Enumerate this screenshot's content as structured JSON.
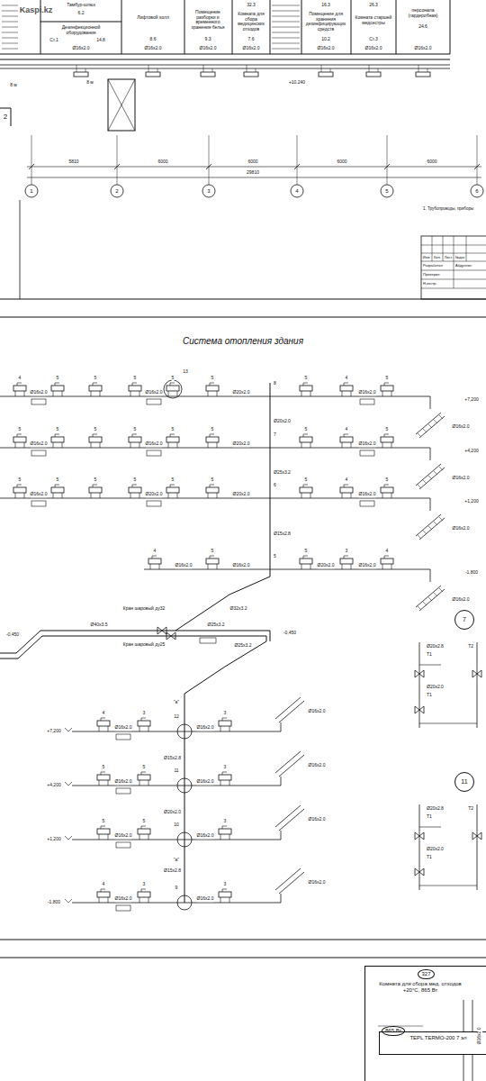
{
  "diagram": {
    "title": "Система отопления здания",
    "nodes": [
      {
        "text": [
          "327",
          "Комната для сбора мед. отходов +20°C, 865 Вт"
        ]
      },
      {
        "text": [
          "865 Вт",
          "TEPL TERMO-200 7 эл"
        ],
        "in": 0
      },
      {
        "text": [
          "7"
        ]
      },
      {
        "text": [
          "11"
        ]
      }
    ],
    "labels": [
      "Kaspi.kz",
      "Тамбур-шлюз",
      "6.2",
      "Дезинфекционной оборудования",
      "Ст.1",
      "14.8",
      "Лифтовой холл",
      "8.6",
      "Помещение разборки и временного хранения белья",
      "9.3",
      "32.3",
      "Комната для сбора медицинских отходов",
      "7.6",
      "16.3",
      "Помещение для хранения дезинфицирующих средств",
      "10.2",
      "26.3",
      "Комната старшей медсестры",
      "Ст.3",
      "персонала (гардеробная)",
      "24.6",
      "Ø16x2.0",
      "Ø16x2.0",
      "Ø16x2.0",
      "Ø16x2.0",
      "Ø16x2.0",
      "Ø16x2.0",
      "Ø16x2.0",
      "+10.240",
      "8 м",
      "8 м",
      "2",
      "5810",
      "6000",
      "6000",
      "6000",
      "6000",
      "29810",
      "1",
      "2",
      "3",
      "4",
      "5",
      "6",
      "1. Трубопроводы, приборы",
      "Изм.",
      "Кол.",
      "Лист",
      "№док",
      "Разработал",
      "Абдуллин",
      "Проверил",
      "Н.контр.",
      "4",
      "5",
      "5",
      "5",
      "5",
      "5",
      "5",
      "4",
      "5",
      "13",
      "5",
      "5",
      "5",
      "5",
      "5",
      "5",
      "5",
      "4",
      "5",
      "5",
      "5",
      "5",
      "5",
      "5",
      "5",
      "5",
      "4",
      "5",
      "4",
      "5",
      "5",
      "3",
      "4",
      "Ø16x2.0",
      "Ø16x2.0",
      "Ø20x2.0",
      "Ø16x2.0",
      "Ø16x2.0",
      "Ø16x2.0",
      "Ø20x2.0",
      "Ø16x2.0",
      "Ø16x2.0",
      "Ø20x2.0",
      "Ø20x2.0",
      "Ø16x2.0",
      "Ø16x2.0",
      "Ø16x2.0",
      "Ø20x2.0",
      "Ø16x2.0",
      "Ø16x2.0",
      "Ø16x2.0",
      "Ø16x2.0",
      "Ø16x2.0",
      "8",
      "7",
      "6",
      "5",
      "Ø20x2.0",
      "Ø25x3.2",
      "Ø15x2.8",
      "+7,200",
      "+4,200",
      "+1,200",
      "-1,800",
      "Ø32x3.2",
      "-0,450",
      "Кран шаровый ду32",
      "Ø40x3.5",
      "Ø25x3.2",
      "Кран шаровый ду25",
      "-0,450",
      "Ø25x3.2",
      "4",
      "3",
      "3",
      "12",
      "5",
      "5",
      "3",
      "11",
      "5",
      "5",
      "3",
      "10",
      "4",
      "3",
      "3",
      "9",
      "Ø16x2.0",
      "Ø16x2.0",
      "Ø16x2.0",
      "Ø16x2.0",
      "Ø16x2.0",
      "Ø16x2.0",
      "Ø16x2.0",
      "Ø16x2.0",
      "Ø16x2.0",
      "Ø16x2.0",
      "Ø16x2.0",
      "Ø16x2.0",
      "+7,200",
      "+4,200",
      "+1,200",
      "-1,800",
      "Ø15x2.8",
      "Ø20x2.0",
      "Ø15x2.8",
      "\"а\"",
      "\"а\"",
      "Ø20x2.8",
      "Т1",
      "Т2",
      "Ø20x2.0",
      "Т1",
      "Ø20x2.8",
      "Т1",
      "Т2",
      "Ø20x2.0",
      "Т1",
      "Ø16x2.0"
    ]
  }
}
